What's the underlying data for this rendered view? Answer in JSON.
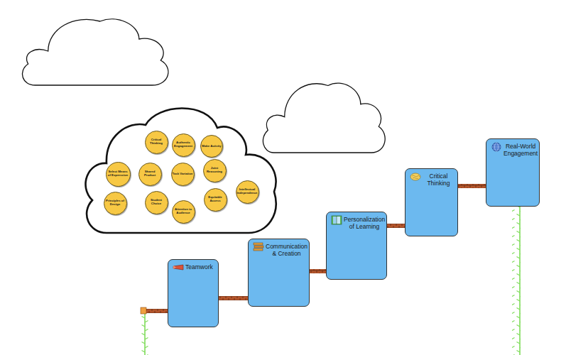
{
  "diagram": {
    "nodes": [
      {
        "text": [
          "Critical Thinking"
        ]
      },
      {
        "text": [
          "Authentic Engagement"
        ]
      },
      {
        "text": [
          "Make Activity"
        ]
      },
      {
        "text": [
          "Select Means of Expression"
        ]
      },
      {
        "text": [
          "Shared Product"
        ]
      },
      {
        "text": [
          "Task Variation"
        ]
      },
      {
        "text": [
          "Joint Reasoning"
        ]
      },
      {
        "text": [
          "Intellectual Independence"
        ]
      },
      {
        "text": [
          "Principles of Design"
        ]
      },
      {
        "text": [
          "Student Choice"
        ]
      },
      {
        "text": [
          "Equitable Access"
        ]
      },
      {
        "text": [
          "Attention to Audience"
        ]
      },
      {
        "text": [
          "Teamwork"
        ]
      },
      {
        "text": [
          "Communication & Creation"
        ]
      },
      {
        "text": [
          "Personalization of Learning"
        ]
      },
      {
        "text": [
          "Critical Thinking"
        ]
      },
      {
        "text": [
          "Real-World Engagement"
        ]
      }
    ],
    "edges": [
      {
        "from": 12,
        "to": 13,
        "arrow": "none"
      },
      {
        "from": 13,
        "to": 14,
        "arrow": "none"
      },
      {
        "from": 14,
        "to": 15,
        "arrow": "none"
      },
      {
        "from": 15,
        "to": 16,
        "arrow": "none"
      }
    ]
  }
}
